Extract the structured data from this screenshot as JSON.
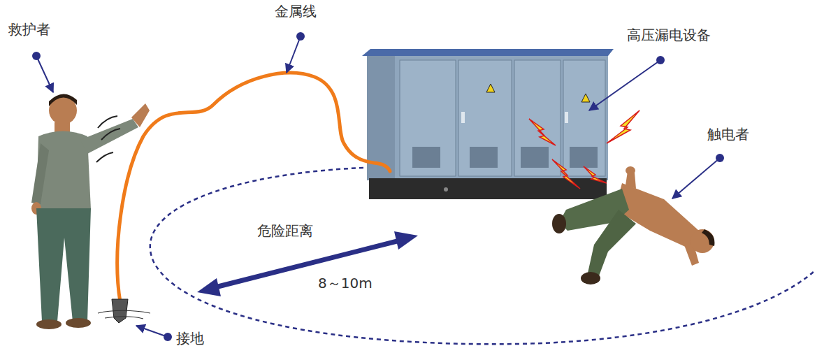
{
  "diagram": {
    "labels": [
      "救护者",
      "金属线",
      "高压漏电设备",
      "触电者",
      "危险距离",
      "8～10m",
      "接地"
    ]
  }
}
